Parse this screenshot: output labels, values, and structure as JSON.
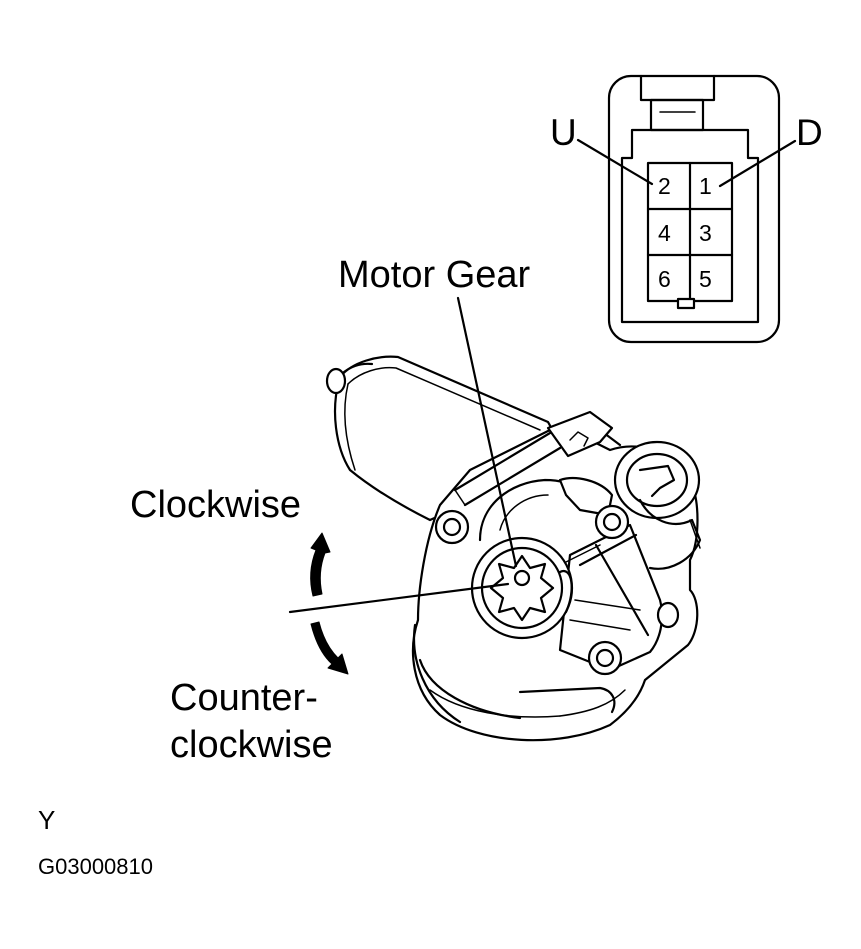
{
  "connector": {
    "label_up": "U",
    "label_down": "D",
    "pins": [
      "2",
      "1",
      "4",
      "3",
      "6",
      "5"
    ]
  },
  "labels": {
    "motor_gear": "Motor Gear",
    "clockwise": "Clockwise",
    "counter_line1": "Counter-",
    "counter_line2": "clockwise",
    "view_letter": "Y",
    "figure_code": "G03000810"
  },
  "colors": {
    "line": "#000000",
    "background": "#ffffff"
  }
}
